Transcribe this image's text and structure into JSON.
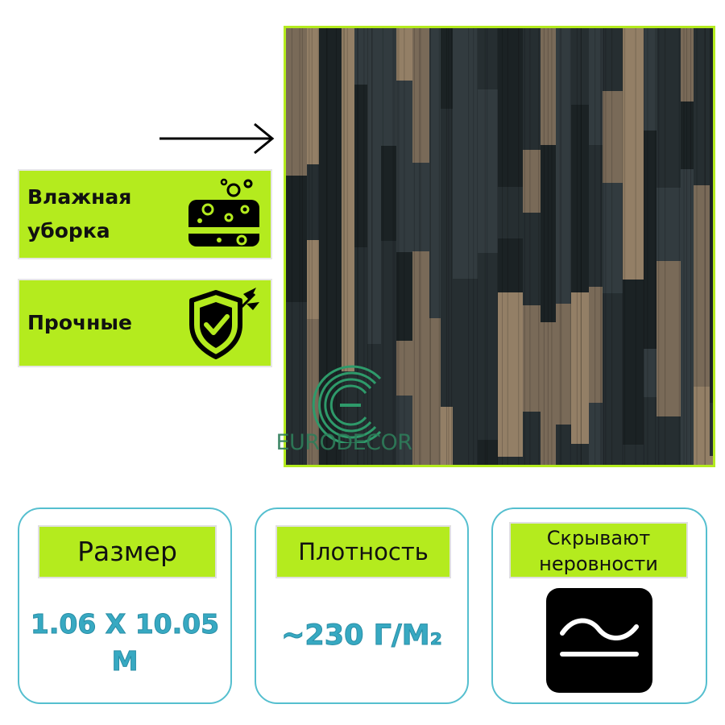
{
  "features": [
    {
      "label": "Влажная\nуборка",
      "icon": "sponge-icon"
    },
    {
      "label": "Прочные",
      "icon": "shield-check-icon"
    }
  ],
  "product": {
    "image": "wallpaper-texture-image",
    "pattern_colors": [
      "#1b2224",
      "#262e31",
      "#323b3f",
      "#8a7761",
      "#a88f72"
    ],
    "border_color": "#b4eb1e"
  },
  "brand": {
    "name": "EURODECOR",
    "logo_color": "#2e9a6a"
  },
  "specs": [
    {
      "title": "Размер",
      "value": "1.06 Х 10.05\nМ"
    },
    {
      "title": "Плотность",
      "value": "~230 Г/М₂"
    },
    {
      "title": "Скрывают\nнеровности",
      "icon": "approx-equal-icon"
    }
  ],
  "colors": {
    "accent": "#b4eb1e",
    "card_border": "#55bfcf",
    "value_text": "#37a9c2"
  }
}
